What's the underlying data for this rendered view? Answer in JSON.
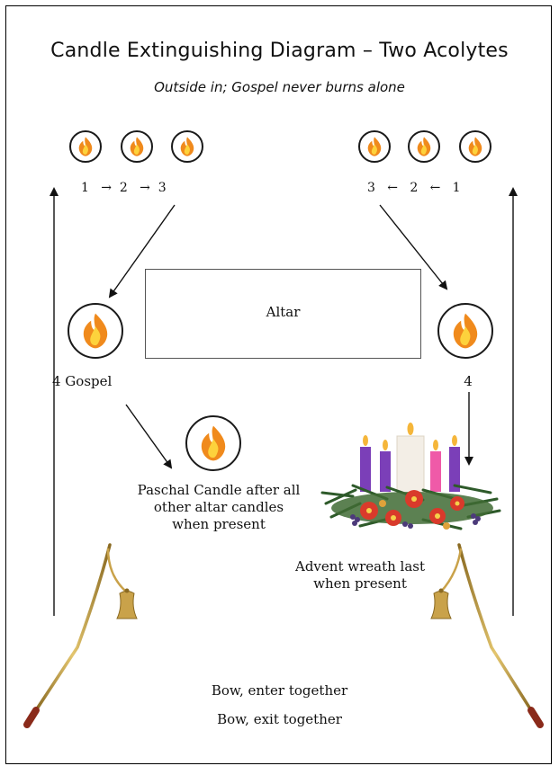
{
  "title": "Candle Extinguishing Diagram – Two Acolytes",
  "subtitle": "Outside in; Gospel never burns alone",
  "left_sequence": "1   →  2   →  3",
  "right_sequence": "3   ←   2   ←   1",
  "altar_label": "Altar",
  "gospel_label": "4 Gospel",
  "epistle_label": "4",
  "paschal_label": [
    "Paschal Candle after all",
    "other altar candles",
    "when present"
  ],
  "advent_label": [
    "Advent wreath last",
    "when present"
  ],
  "entry_label": "Bow, enter together",
  "exit_label": "Bow, exit together",
  "colors": {
    "flame_outer": "#f08a1c",
    "flame_inner": "#fdd23c",
    "advent_purple": "#7b3fb8",
    "advent_pink": "#ef5aa8",
    "advent_white": "#f3eee6",
    "brass": "#c9a24a",
    "handle_wood": "#8a2a1a"
  },
  "icons": [
    "flame-icon",
    "advent-wreath-icon",
    "candle-snuffer-icon",
    "arrow-icon"
  ]
}
